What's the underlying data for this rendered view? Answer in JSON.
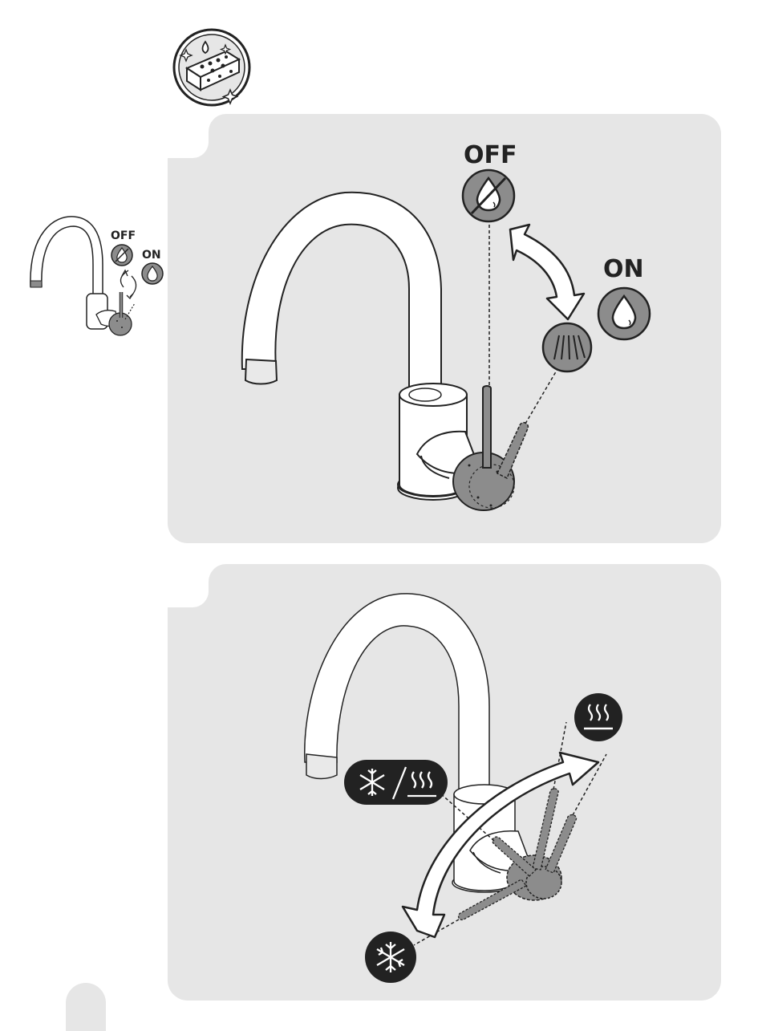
{
  "icons": {
    "cleaning": "sponge-cleaning-icon",
    "water_off": "water-off-icon",
    "water_on": "water-drop-icon",
    "spray": "spray-icon",
    "cold": "snowflake-icon",
    "hot": "heat-icon",
    "cold_hot": "snowflake-heat-icon",
    "arrow": "double-arrow-icon"
  },
  "labels": {
    "off": "OFF",
    "on": "ON",
    "mini_off": "OFF",
    "mini_on": "ON"
  },
  "colors": {
    "panel_background": "#e6e6e6",
    "handle_gray": "#8c8c8c",
    "icon_dark": "#222222",
    "faucet_white": "#ffffff"
  }
}
